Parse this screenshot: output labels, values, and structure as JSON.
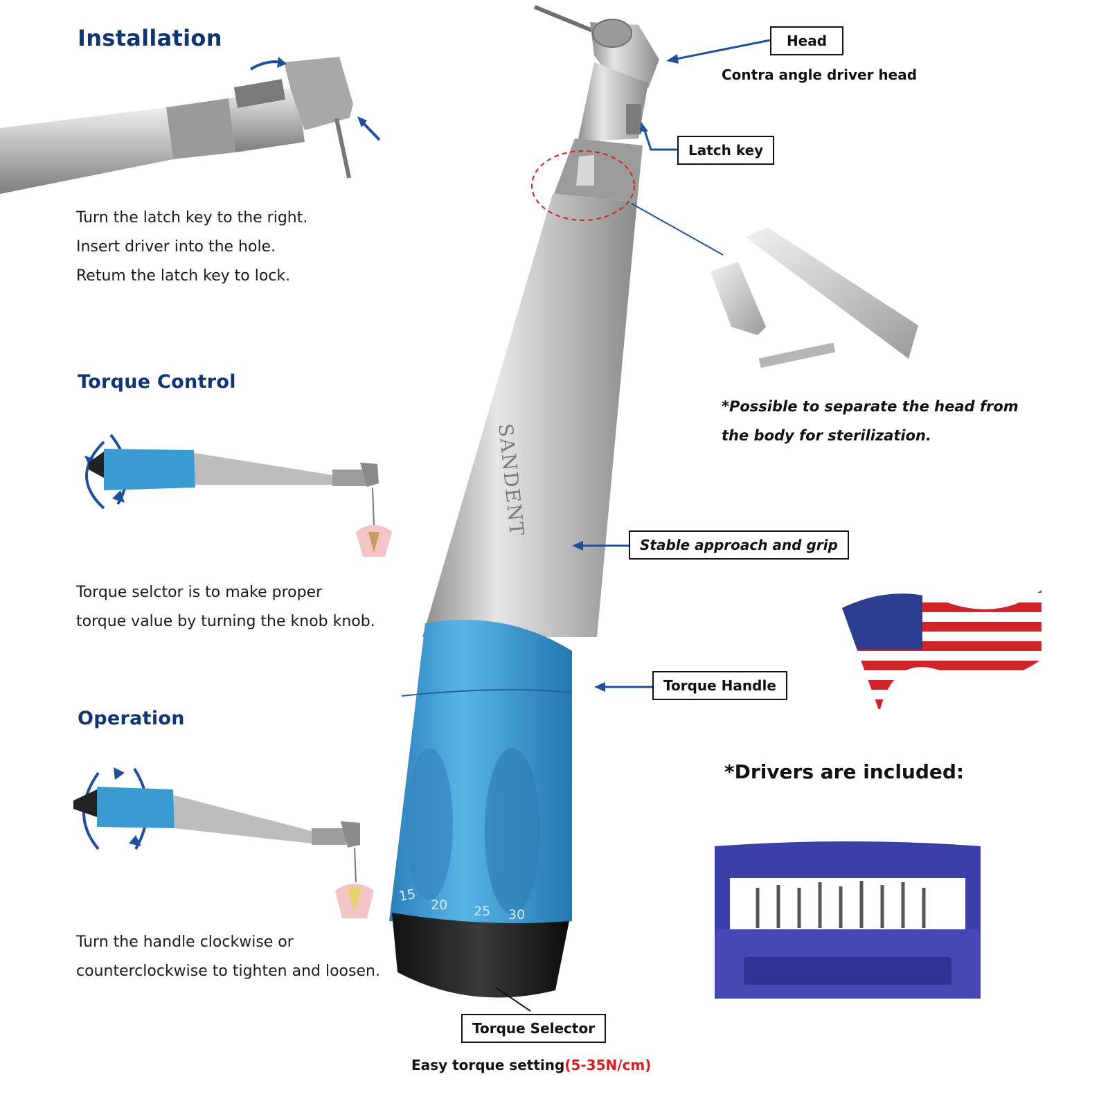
{
  "sections": {
    "installation": {
      "title": "Installation",
      "lines": [
        "Turn the latch key to the right.",
        "Insert driver into the hole.",
        "Retum the latch key to lock."
      ]
    },
    "torque_control": {
      "title": "Torque Control",
      "lines": [
        "Torque selctor is to make proper",
        "torque value by turning the knob knob."
      ]
    },
    "operation": {
      "title": "Operation",
      "lines": [
        "Turn the handle clockwise or",
        "counterclockwise to tighten and loosen."
      ]
    }
  },
  "labels": {
    "head": "Head",
    "head_caption": "Contra angle driver head",
    "latch_key": "Latch key",
    "stable_grip": "Stable approach and grip",
    "torque_handle": "Torque Handle",
    "torque_selector": "Torque Selector"
  },
  "notes": {
    "sterilization": [
      "*Possible to separate the head from",
      "the body for sterilization."
    ],
    "drivers": "*Drivers are included:"
  },
  "torque_setting": {
    "prefix": "Easy torque setting",
    "range": "(5-35N/cm)"
  },
  "product": {
    "brand": "SANDENT",
    "scale": [
      "15",
      "20",
      "25",
      "30"
    ]
  },
  "colors": {
    "title_blue": "#0f3672",
    "handle_blue": "#3a9bd0",
    "accent_red": "#d91c1c",
    "case_blue": "#3b3fa8"
  }
}
